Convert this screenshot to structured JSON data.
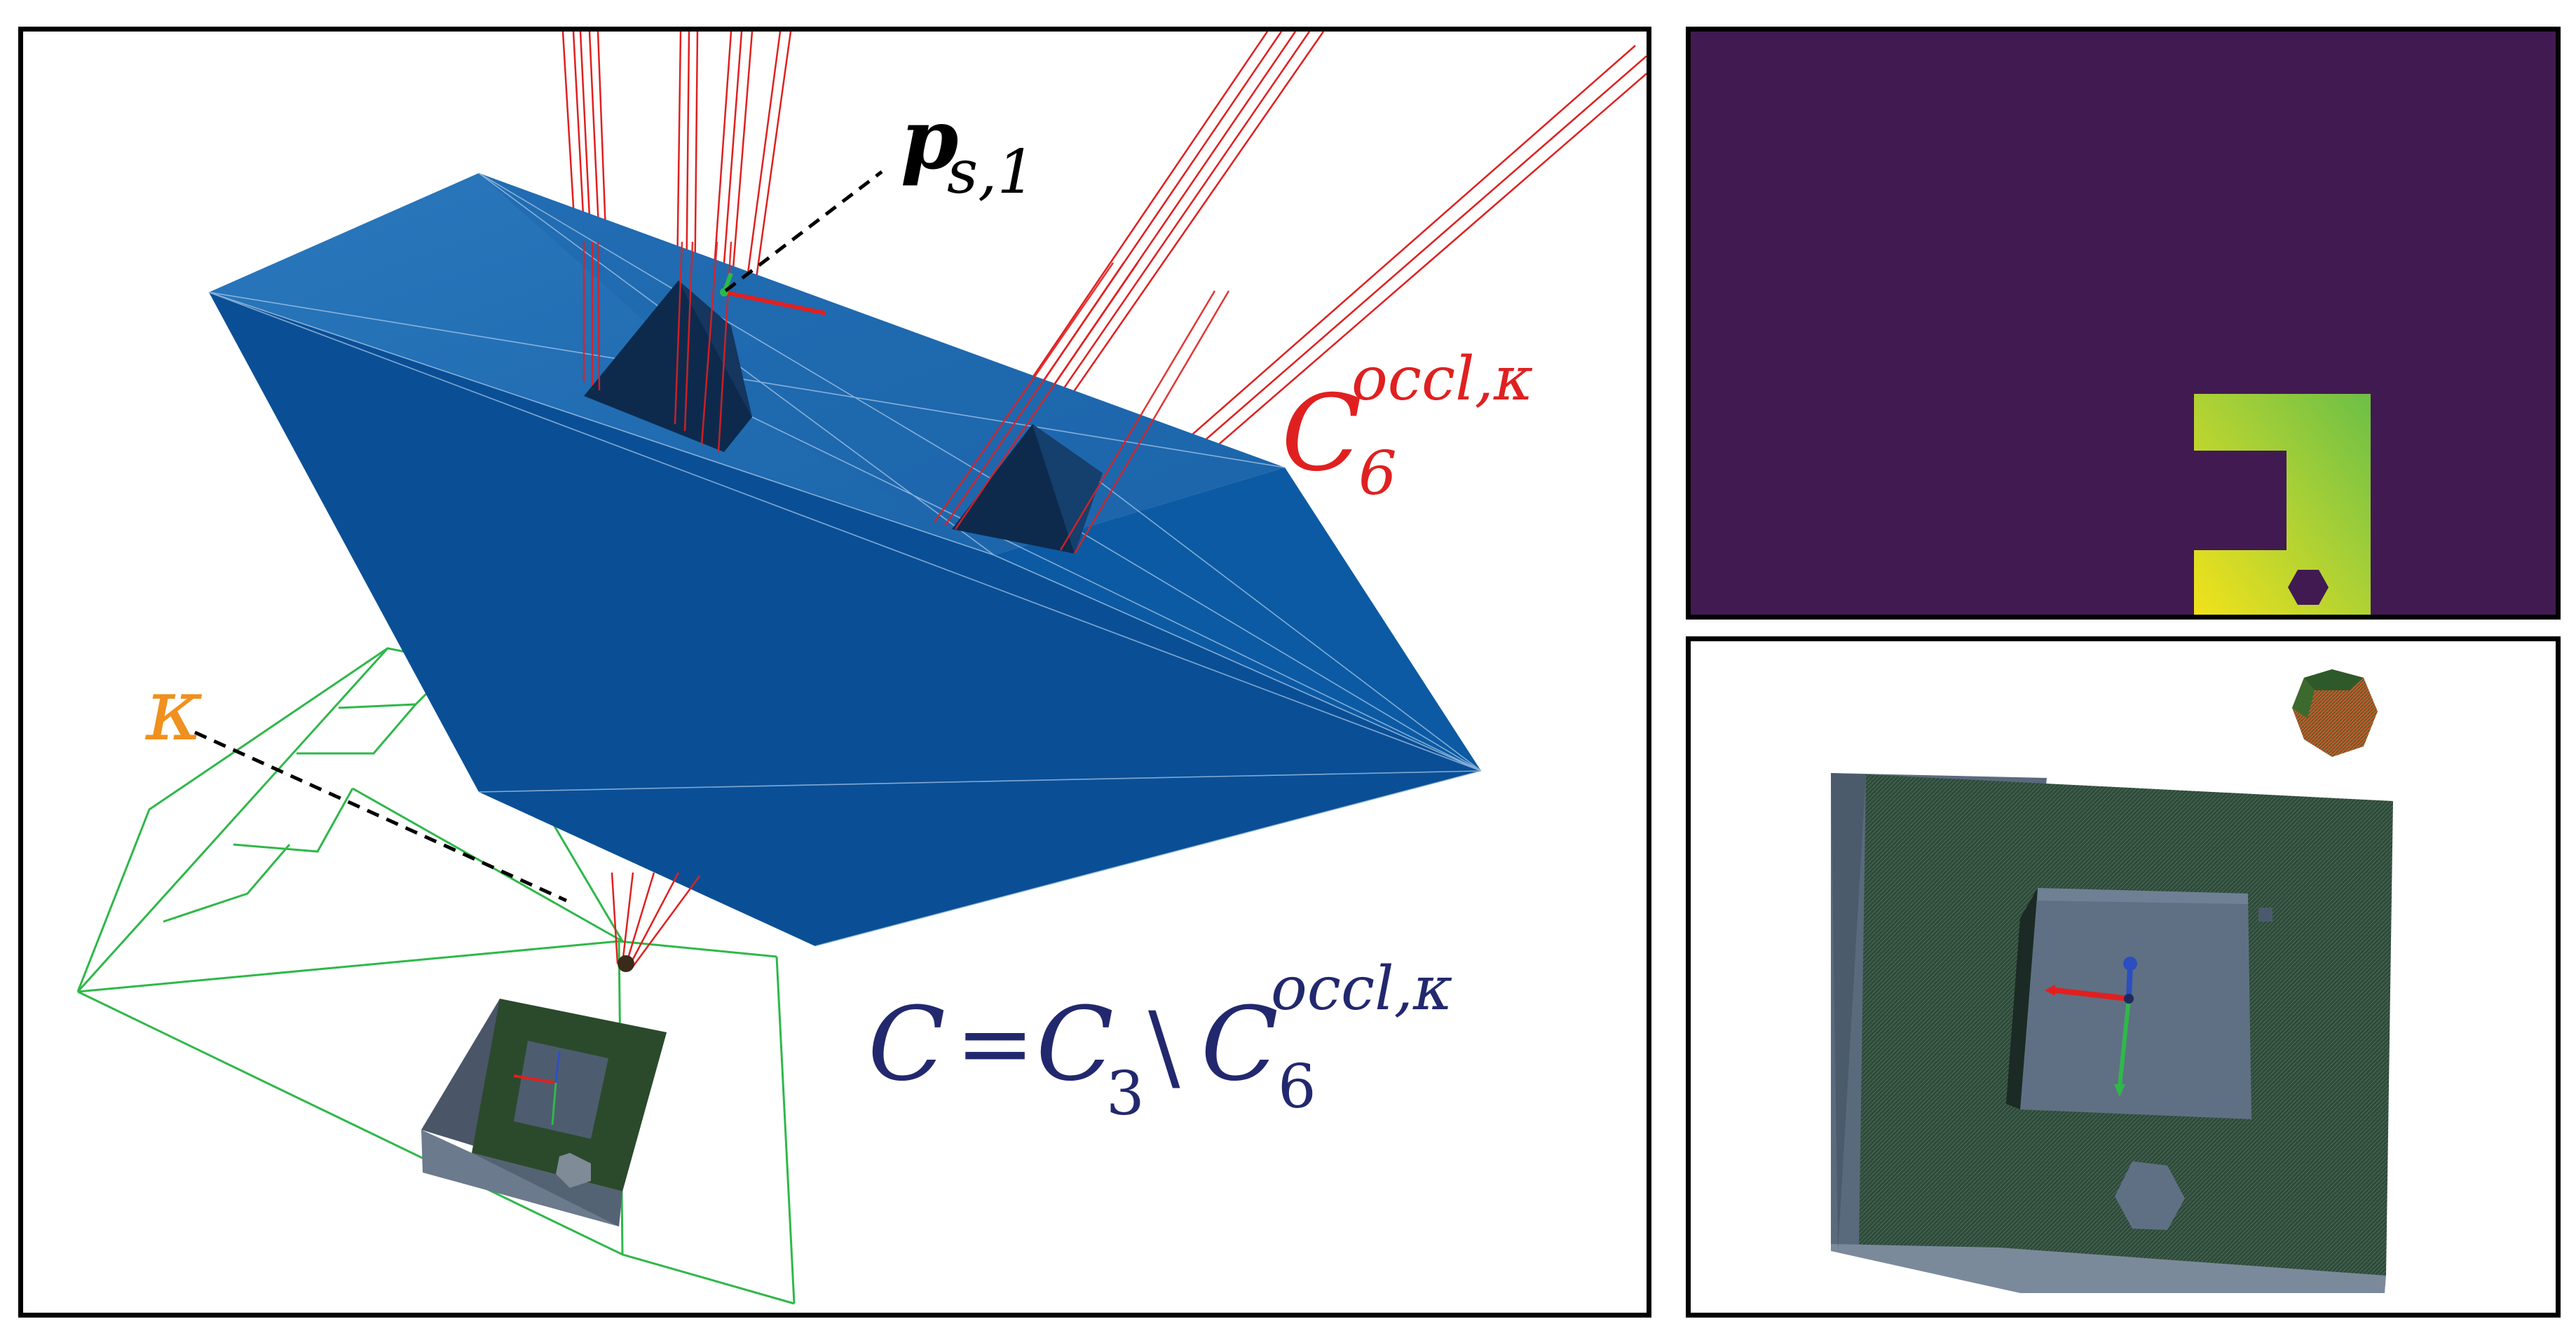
{
  "labels": {
    "p_s1": {
      "base": "p",
      "sub": "s,1",
      "color": "#000000"
    },
    "C6_red": {
      "base": "C",
      "sub": "6",
      "sup": "occl,κ",
      "color": "#e02020"
    },
    "kappa": {
      "text": "κ",
      "color": "#f0901e"
    },
    "C_expr": {
      "lhs": "C",
      "eq": "=",
      "c3": "C",
      "c3_sub": "3",
      "setminus": "\\",
      "c6": "C",
      "c6_sub": "6",
      "c6_sup": "occl,κ",
      "color": "#22286e"
    }
  },
  "colors": {
    "volume_front": "#0a4f96",
    "volume_top": "#1f6ab1",
    "cavity_dark": "#0d2a4d",
    "rays": "#e02020",
    "frustum": "#2fb84a",
    "depth_bg": "#421a52",
    "depth_near": "#f2e21a",
    "depth_far": "#8ec63c",
    "model_gray": "#5a6a7d",
    "model_green": "#2e4a3a"
  }
}
